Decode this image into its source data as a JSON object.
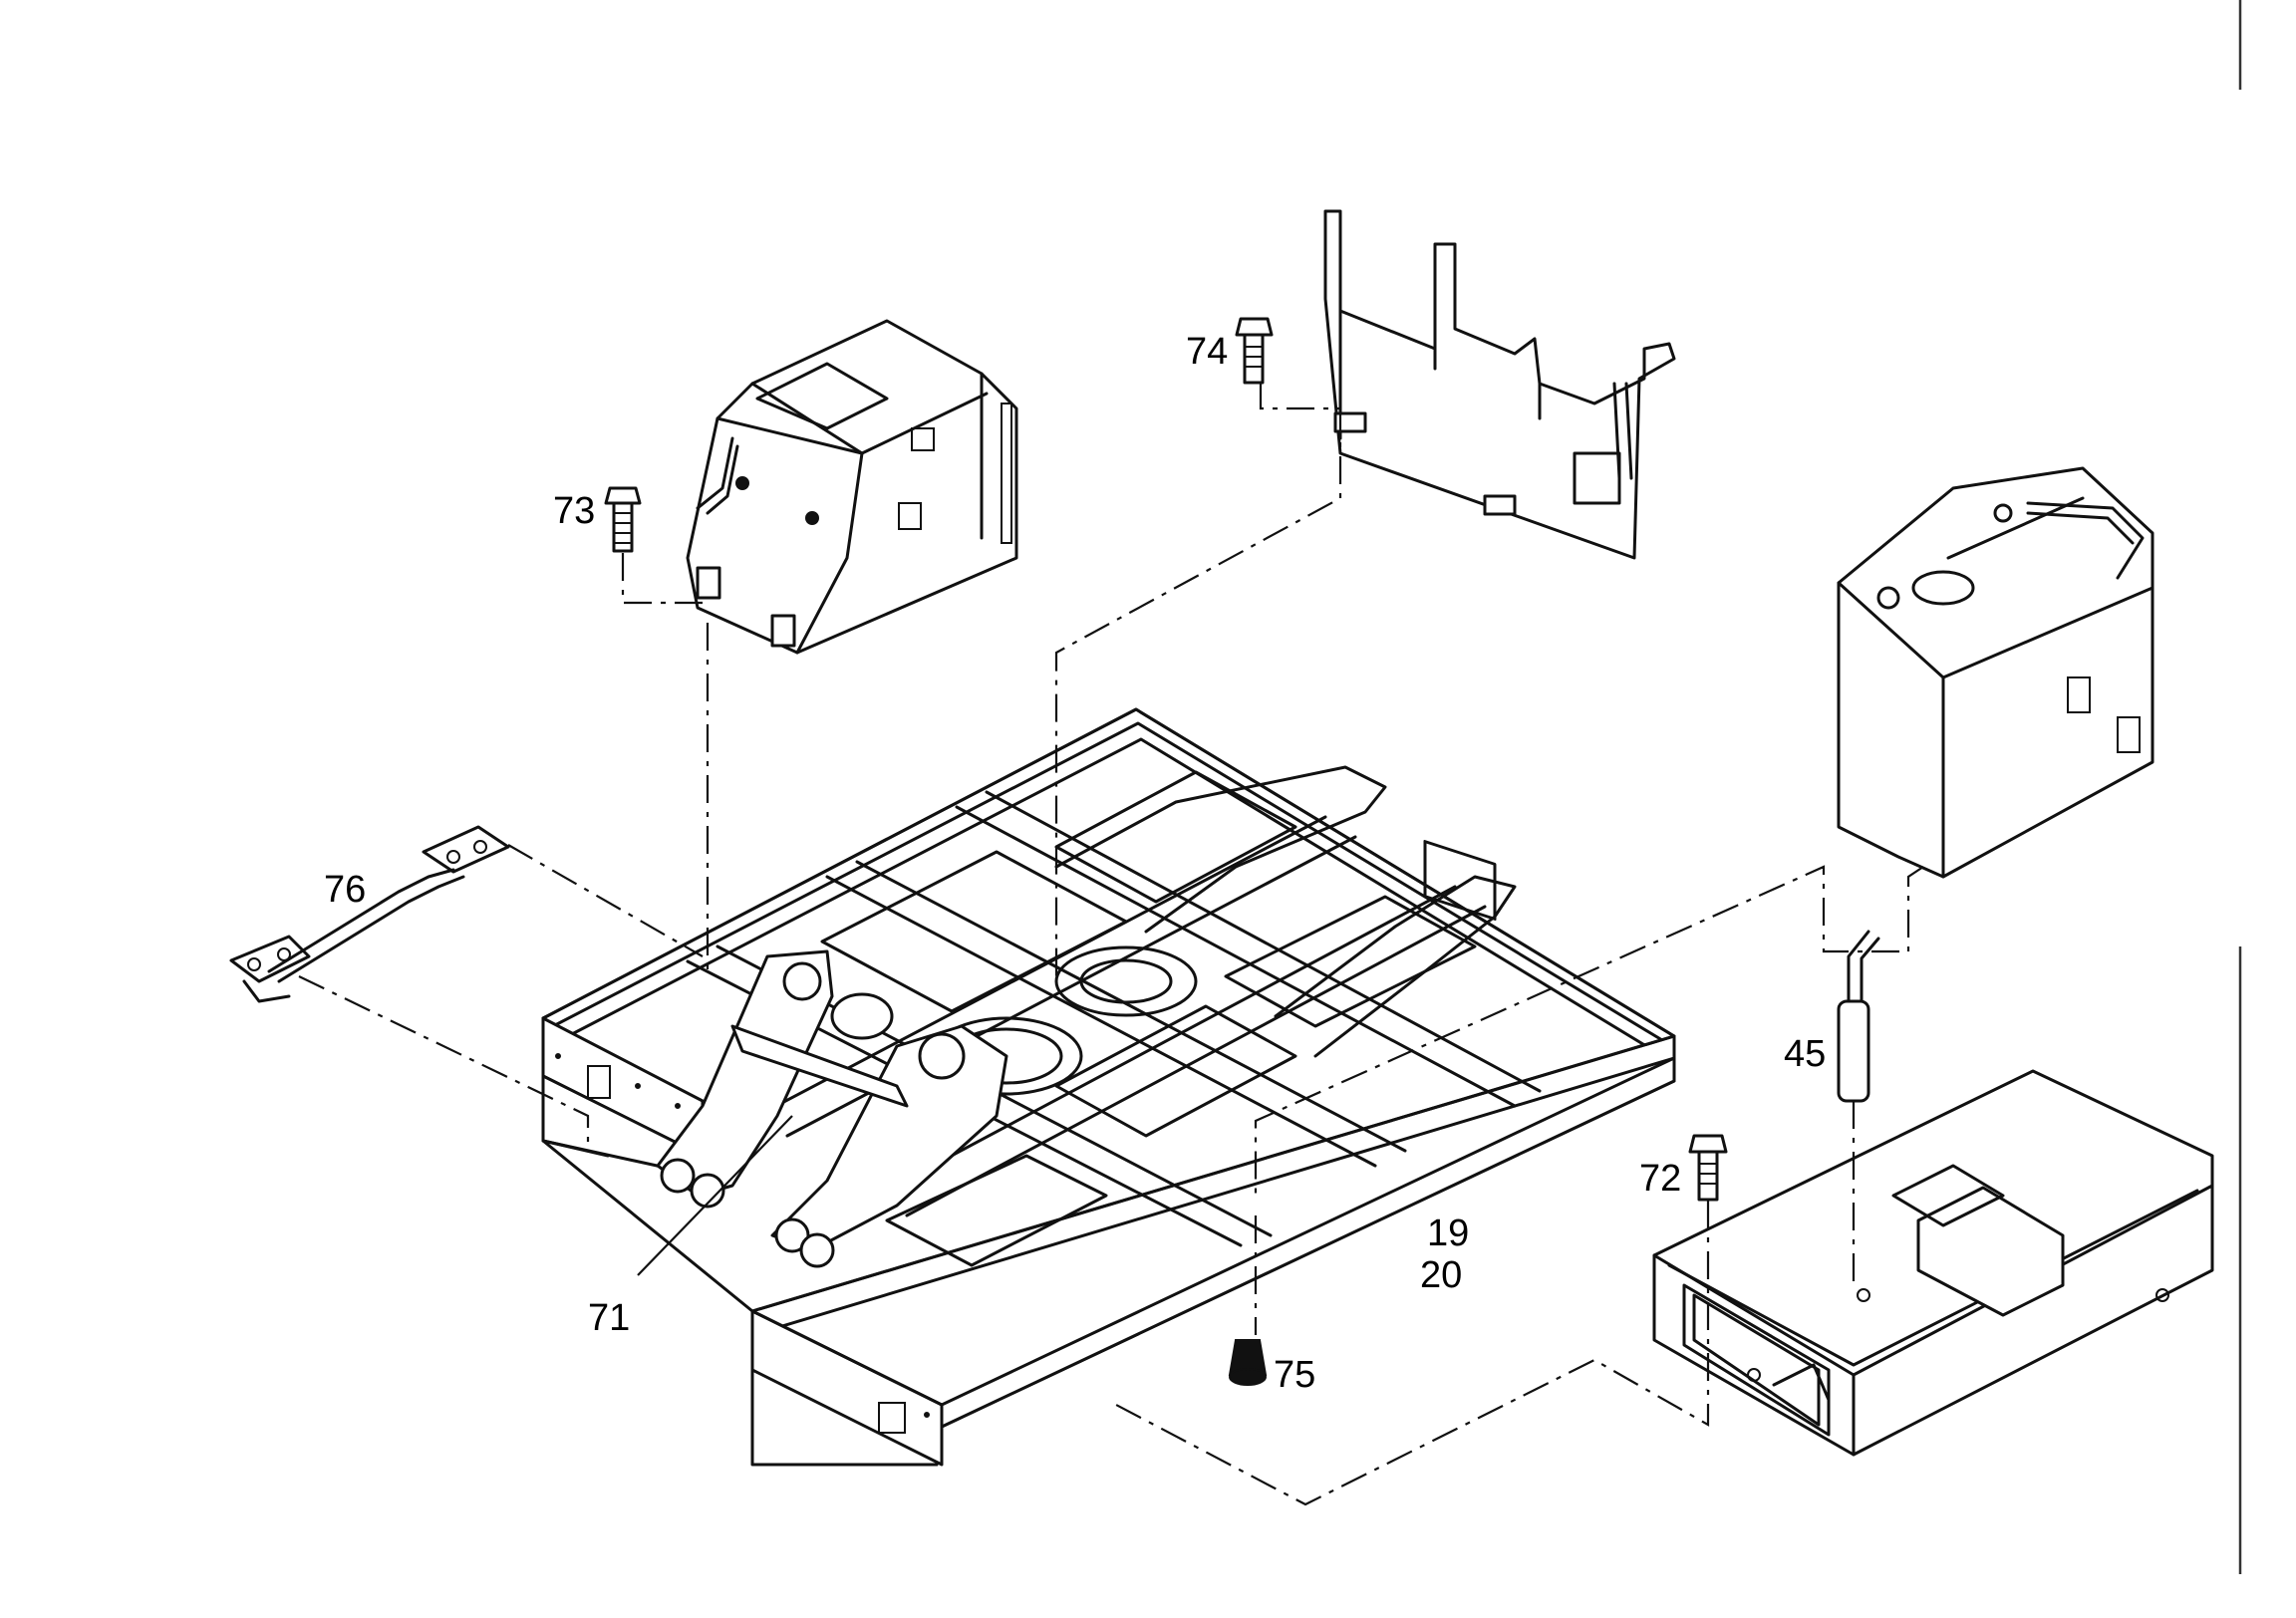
{
  "callouts": {
    "c19": "19",
    "c20": "20",
    "c45": "45",
    "c71": "71",
    "c72": "72",
    "c73": "73",
    "c74": "74",
    "c75": "75",
    "c76": "76"
  }
}
